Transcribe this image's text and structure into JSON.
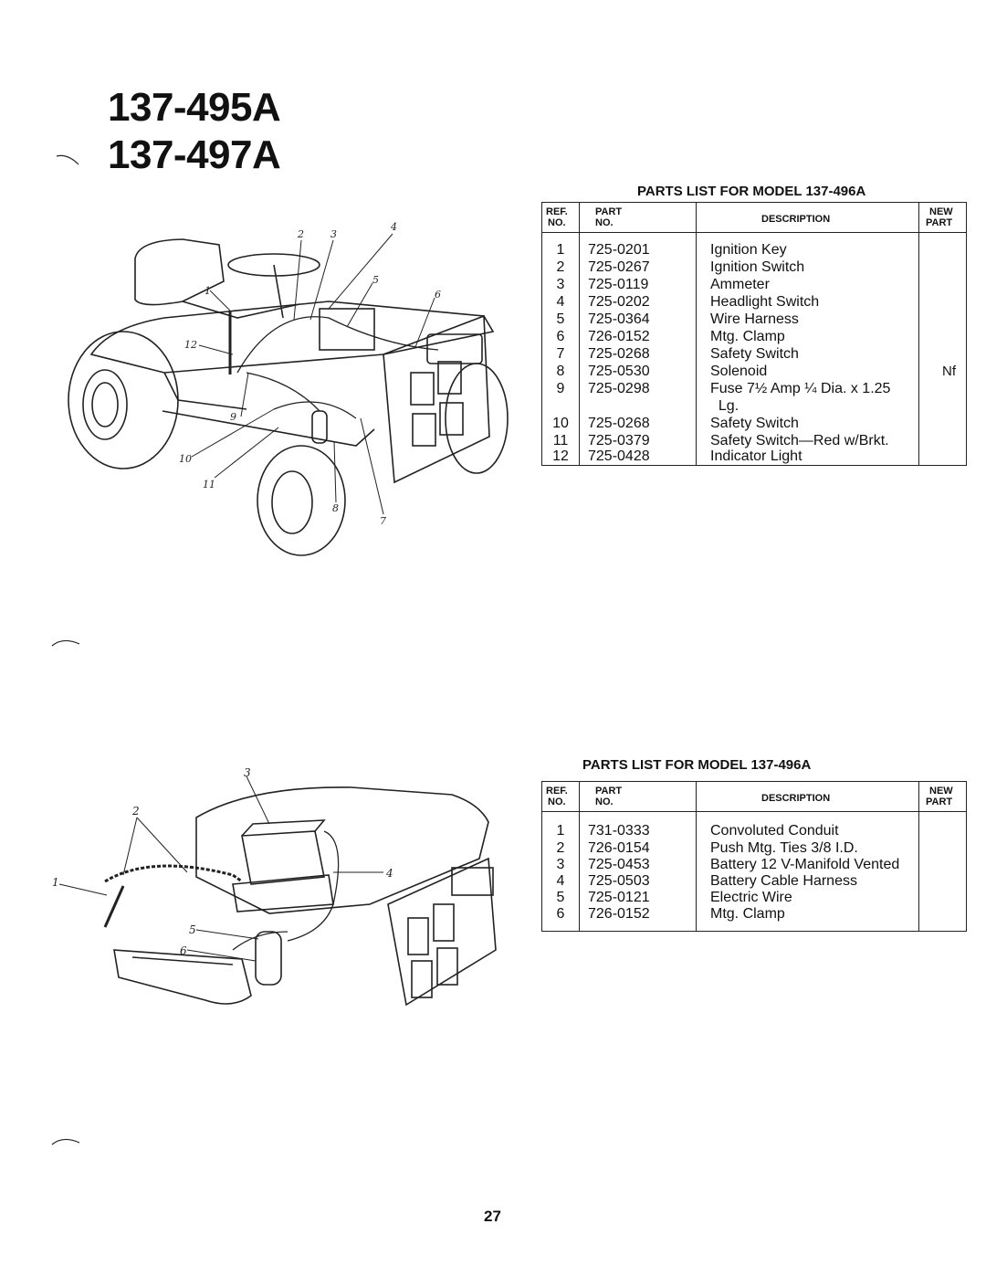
{
  "titles": [
    "137-495A",
    "137-497A"
  ],
  "tables": [
    {
      "heading": "PARTS LIST FOR MODEL 137-496A",
      "headers": {
        "ref1": "REF.",
        "ref2": "NO.",
        "part1": "PART",
        "part2": "NO.",
        "description": "DESCRIPTION",
        "new1": "NEW",
        "new2": "PART"
      },
      "rows": [
        {
          "ref": "1",
          "part": "725-0201",
          "description": "Ignition Key"
        },
        {
          "ref": "2",
          "part": "725-0267",
          "description": "Ignition Switch"
        },
        {
          "ref": "3",
          "part": "725-0119",
          "description": "Ammeter"
        },
        {
          "ref": "4",
          "part": "725-0202",
          "description": "Headlight Switch"
        },
        {
          "ref": "5",
          "part": "725-0364",
          "description": "Wire Harness"
        },
        {
          "ref": "6",
          "part": "726-0152",
          "description": "Mtg. Clamp"
        },
        {
          "ref": "7",
          "part": "725-0268",
          "description": "Safety Switch"
        },
        {
          "ref": "8",
          "part": "725-0530",
          "description": "Solenoid",
          "new": "Nf"
        },
        {
          "ref": "9",
          "part": "725-0298",
          "description": "Fuse 7½ Amp ¼ Dia. x 1.25"
        },
        {
          "ref": "",
          "part": "",
          "description": "  Lg."
        },
        {
          "ref": "10",
          "part": "725-0268",
          "description": "Safety Switch"
        },
        {
          "ref": "11",
          "part": "725-0379",
          "description": "Safety Switch—Red w/Brkt."
        },
        {
          "ref": "12",
          "part": "725-0428",
          "description": "Indicator Light"
        }
      ]
    },
    {
      "heading": "PARTS LIST FOR MODEL 137-496A",
      "headers": {
        "ref1": "REF.",
        "ref2": "NO.",
        "part1": "PART",
        "part2": "NO.",
        "description": "DESCRIPTION",
        "new1": "NEW",
        "new2": "PART"
      },
      "rows": [
        {
          "ref": "1",
          "part": "731-0333",
          "description": "Convoluted Conduit"
        },
        {
          "ref": "2",
          "part": "726-0154",
          "description": "Push Mtg. Ties 3/8 I.D."
        },
        {
          "ref": "3",
          "part": "725-0453",
          "description": "Battery 12 V-Manifold Vented"
        },
        {
          "ref": "4",
          "part": "725-0503",
          "description": "Battery Cable Harness"
        },
        {
          "ref": "5",
          "part": "725-0121",
          "description": "Electric Wire"
        },
        {
          "ref": "6",
          "part": "726-0152",
          "description": "Mtg. Clamp"
        }
      ]
    }
  ],
  "callouts1": [
    "1",
    "2",
    "3",
    "4",
    "5",
    "6",
    "7",
    "8",
    "9",
    "10",
    "11",
    "12"
  ],
  "callouts2": [
    "1",
    "2",
    "3",
    "4",
    "5",
    "6"
  ],
  "page_number": "27"
}
